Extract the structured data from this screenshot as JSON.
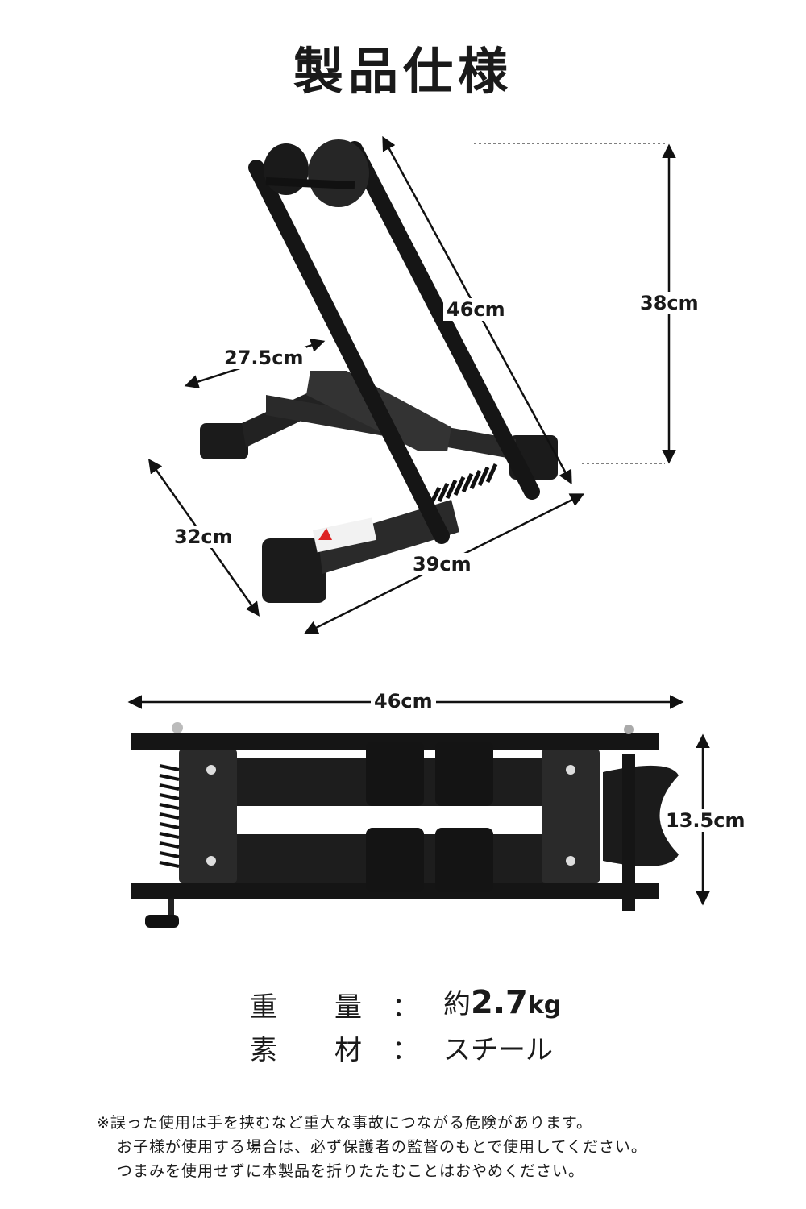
{
  "title": "製品仕様",
  "dimensions": {
    "height": "38cm",
    "length_arm": "46cm",
    "top_width": "27.5cm",
    "depth": "32cm",
    "base_width": "39cm",
    "folded_length": "46cm",
    "folded_thickness": "13.5cm"
  },
  "specs": [
    {
      "label_a": "重",
      "label_b": "量",
      "sep": "：",
      "prefix": "約",
      "value": "2.7",
      "unit": "kg"
    },
    {
      "label_a": "素",
      "label_b": "材",
      "sep": "：",
      "prefix": "",
      "value": "スチール",
      "unit": ""
    }
  ],
  "notes": [
    "※誤った使用は手を挟むなど重大な事故につながる危険があります。",
    "お子様が使用する場合は、必ず保護者の監督のもとで使用してください。",
    "つまみを使用せずに本製品を折りたたむことはおやめください。"
  ]
}
